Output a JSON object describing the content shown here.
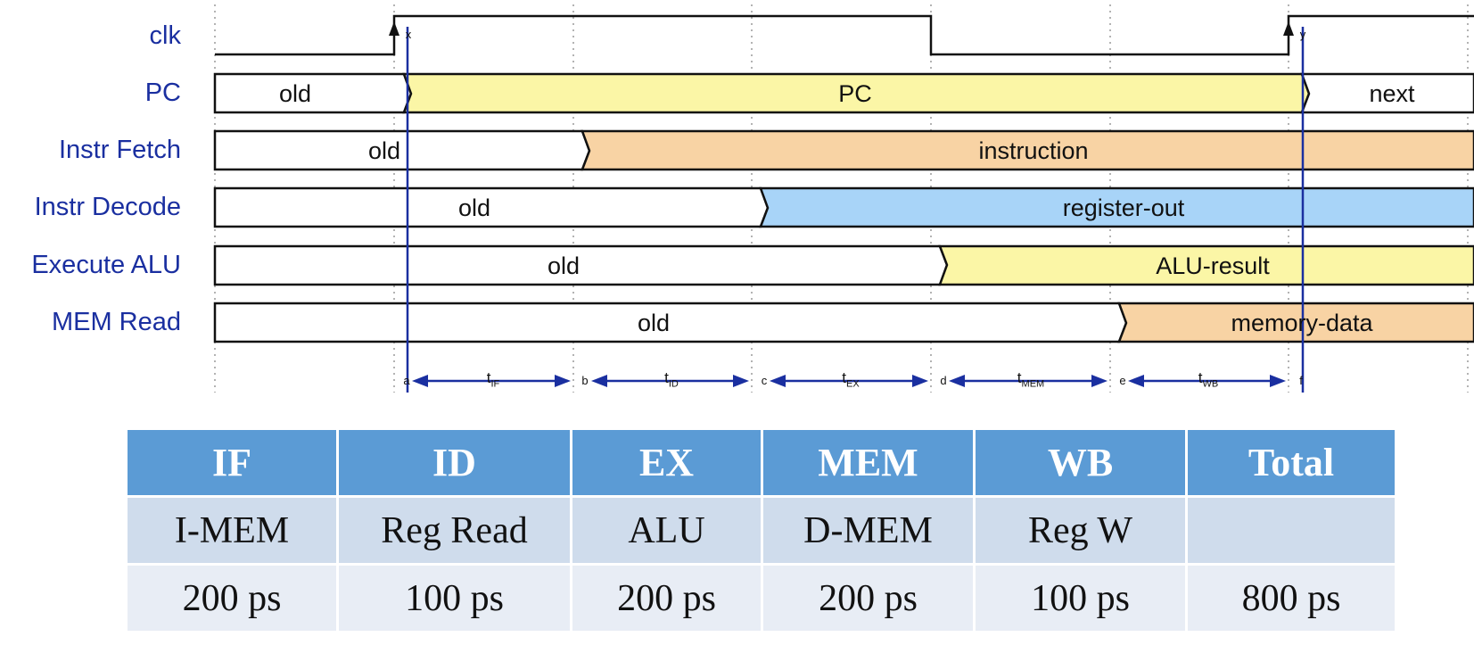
{
  "signals": [
    {
      "label": "clk",
      "segments": []
    },
    {
      "label": "PC",
      "segments": [
        "old",
        "PC",
        "next"
      ]
    },
    {
      "label": "Instr Fetch",
      "segments": [
        "old",
        "instruction"
      ]
    },
    {
      "label": "Instr Decode",
      "segments": [
        "old",
        "register-out"
      ]
    },
    {
      "label": "Execute ALU",
      "segments": [
        "old",
        "ALU-result"
      ]
    },
    {
      "label": "MEM Read",
      "segments": [
        "old",
        "memory-data"
      ]
    }
  ],
  "clock_marks": [
    "x",
    "y"
  ],
  "time_points": [
    "a",
    "b",
    "c",
    "d",
    "e",
    "f"
  ],
  "intervals": [
    {
      "t": "t",
      "sub": "IF"
    },
    {
      "t": "t",
      "sub": "ID"
    },
    {
      "t": "t",
      "sub": "EX"
    },
    {
      "t": "t",
      "sub": "MEM"
    },
    {
      "t": "t",
      "sub": "WB"
    }
  ],
  "colors": {
    "label_blue": "#1a2fa0",
    "pc_fill": "#fbf6a6",
    "instruction_fill": "#f8d3a4",
    "register_fill": "#a8d4f8",
    "alu_fill": "#fbf6a6",
    "memory_fill": "#f8d3a4",
    "header_fill": "#5b9bd5",
    "row1_fill": "#cfdcec",
    "row2_fill": "#e8edf5"
  },
  "table": {
    "headers": [
      "IF",
      "ID",
      "EX",
      "MEM",
      "WB",
      "Total"
    ],
    "rows": [
      [
        "I-MEM",
        "Reg Read",
        "ALU",
        "D-MEM",
        "Reg W",
        ""
      ],
      [
        "200 ps",
        "100 ps",
        "200 ps",
        "200 ps",
        "100 ps",
        "800 ps"
      ]
    ]
  }
}
